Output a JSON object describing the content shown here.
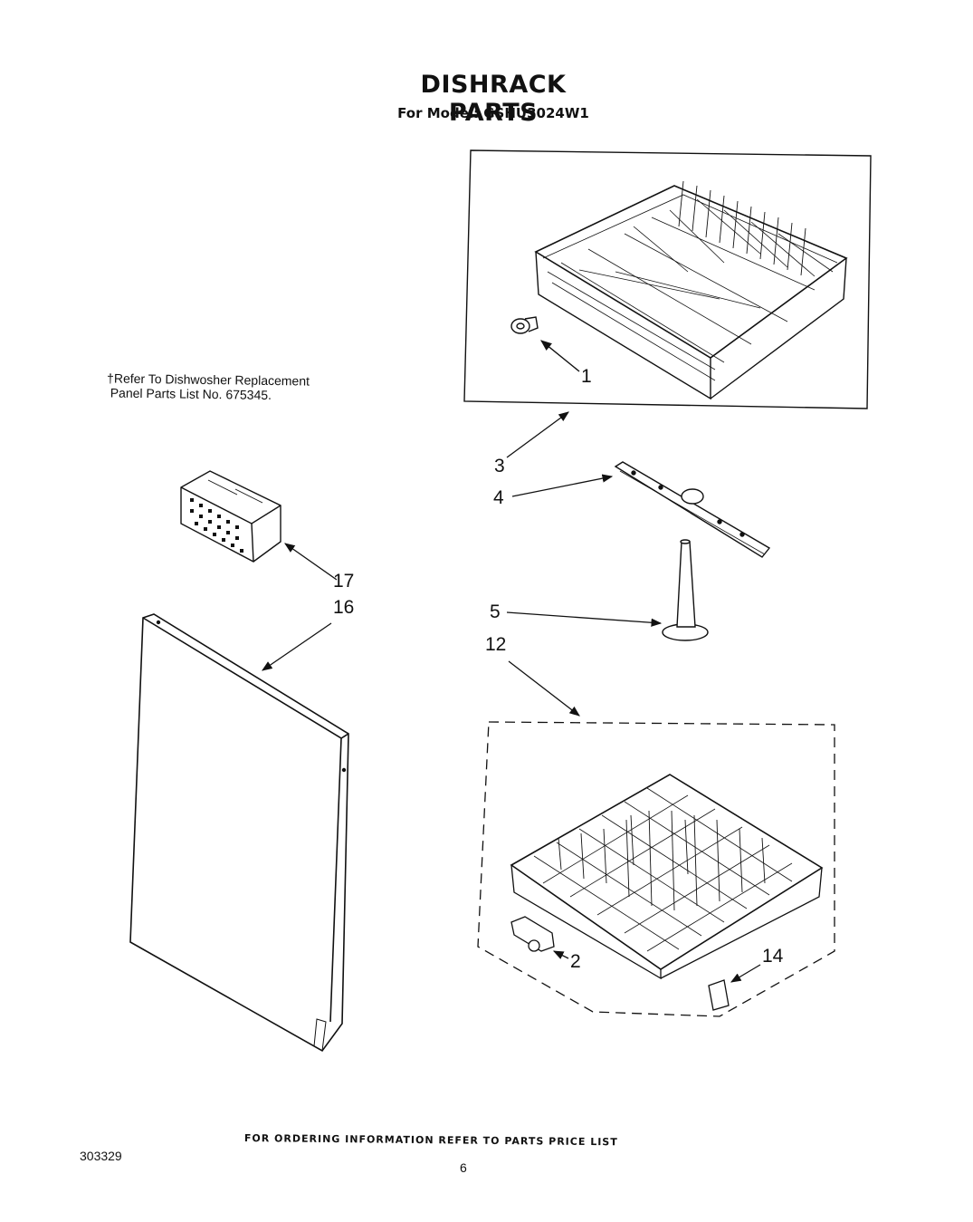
{
  "header": {
    "title": "DISHRACK PARTS",
    "subtitle": "For Model: GSHU3024W1"
  },
  "note": "†Refer To Dishwosher Replacement\n Panel Parts List No. 675345.",
  "callouts": {
    "p1": "1",
    "p2": "2",
    "p3": "3",
    "p4": "4",
    "p5": "5",
    "p12": "12",
    "p14": "14",
    "p16": "16",
    "p17": "17"
  },
  "footer": {
    "ordering": "FOR ORDERING INFORMATION REFER TO PARTS PRICE LIST",
    "doc_number": "303329",
    "page_number": "6"
  }
}
